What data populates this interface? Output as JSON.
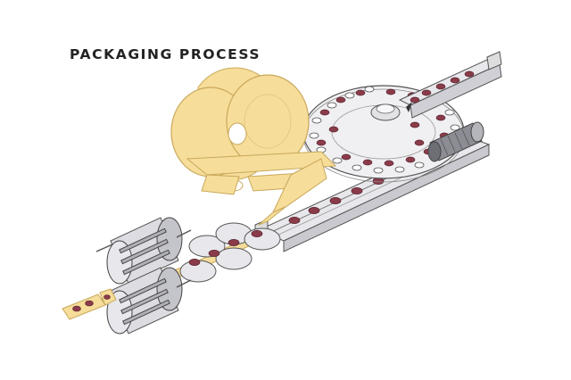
{
  "title": "PACKAGING PROCESS",
  "colors": {
    "film": "#f6dd9a",
    "film_edge": "#c9a85a",
    "metal": "#e8e8ec",
    "metal_dark": "#b9b9c0",
    "outline": "#555555",
    "product": "#8a3b49",
    "product_light": "#c98a96",
    "background": "#ffffff"
  },
  "components": [
    {
      "name": "film-roll",
      "icon": "film-roll"
    },
    {
      "name": "film-web",
      "icon": "film-strip"
    },
    {
      "name": "rotary-feeder-disc",
      "icon": "rotary-disc"
    },
    {
      "name": "input-hopper-chute",
      "icon": "chute"
    },
    {
      "name": "drive-roller",
      "icon": "roller"
    },
    {
      "name": "inclined-conveyor",
      "icon": "conveyor"
    },
    {
      "name": "sealing-discs",
      "icon": "disc-set"
    },
    {
      "name": "crimp-jaw-rollers",
      "icon": "gear-roller"
    },
    {
      "name": "packaged-output",
      "icon": "sachet-strip"
    }
  ]
}
